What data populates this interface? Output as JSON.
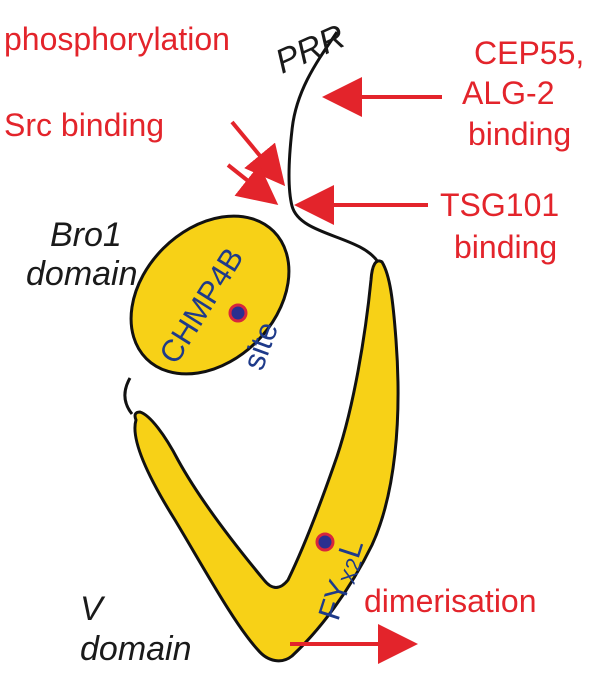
{
  "labels": {
    "prr": "PRR",
    "phosphorylation": "phosphorylation",
    "src_binding": "Src binding",
    "cep55_line1": "CEP55,",
    "cep55_line2": "ALG-2",
    "cep55_line3": "binding",
    "tsg101_line1": "TSG101",
    "tsg101_line2": "binding",
    "bro1_line1": "Bro1",
    "bro1_line2": "domain",
    "chmp4b": "CHMP4B",
    "site": "site",
    "fyx_prefix": "FY",
    "fyx_sub": "X2",
    "fyx_suffix": "L",
    "dimerisation": "dimerisation",
    "v_line1": "V",
    "v_line2": "domain"
  },
  "colors": {
    "domain_fill": "#f7d117",
    "outline": "#111111",
    "annotation_red": "#e3242b",
    "text_blue": "#1e3a8a",
    "site_dot_fill": "#2a2f8f",
    "site_dot_ring": "#d7263d"
  }
}
